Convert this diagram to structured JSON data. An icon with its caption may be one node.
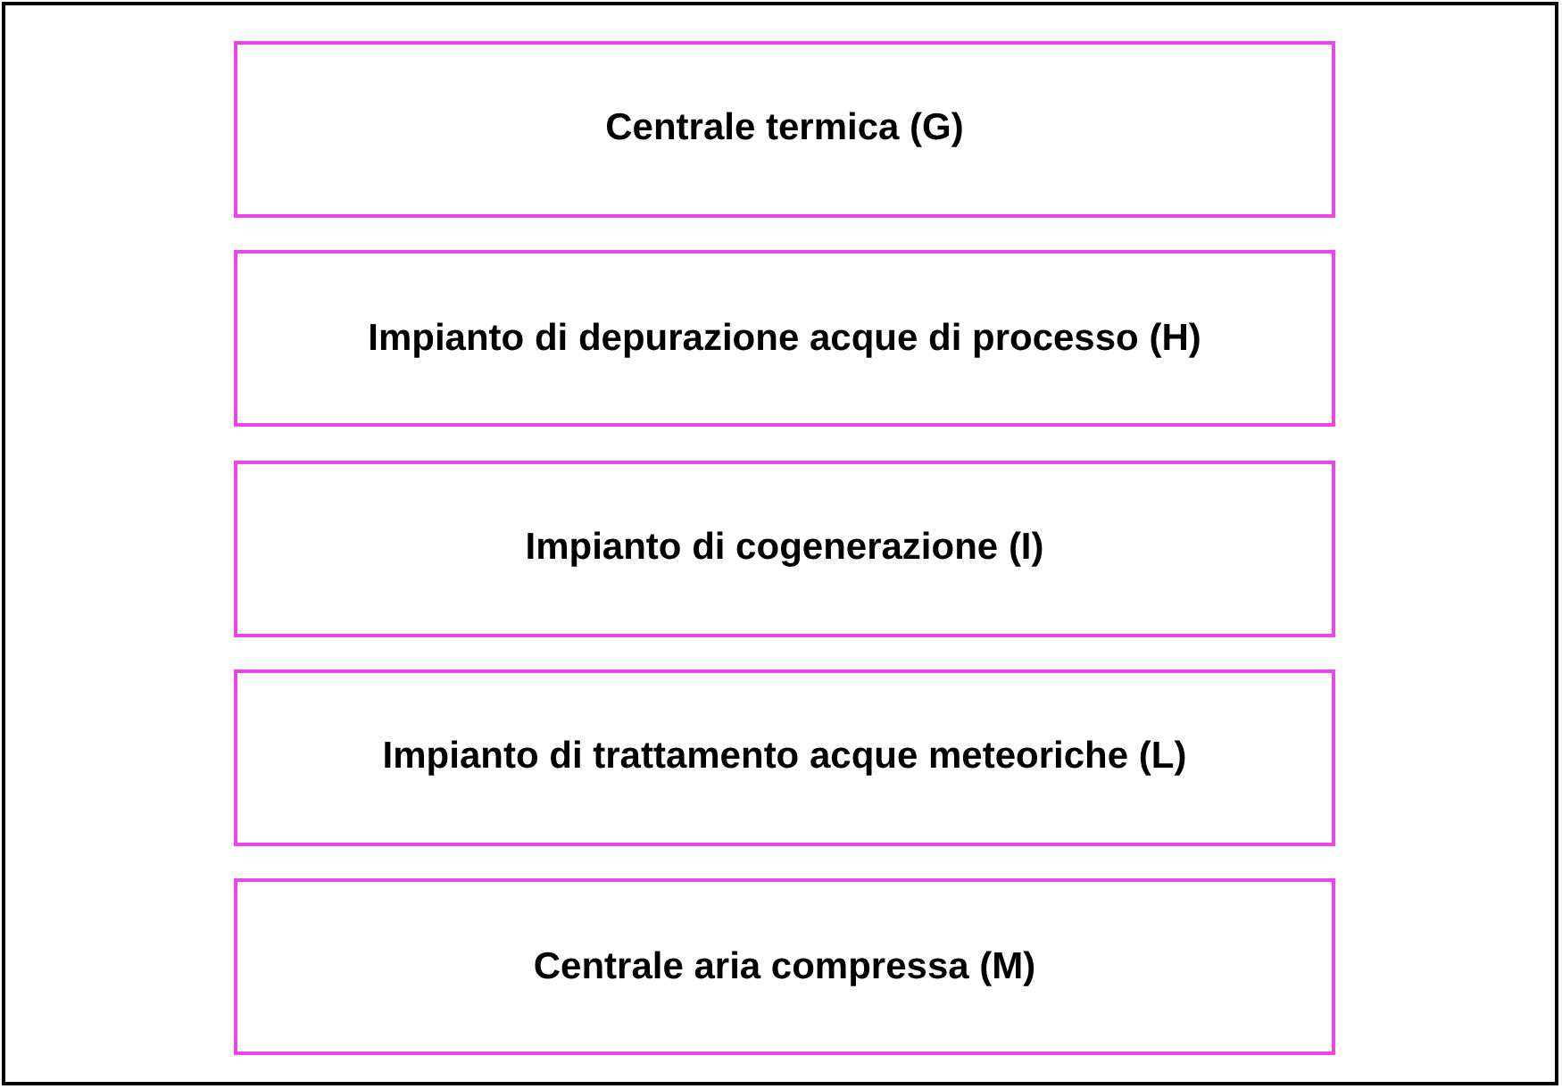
{
  "diagram": {
    "nodes": [
      {
        "text": [
          "Centrale termica (G)"
        ]
      },
      {
        "text": [
          "Impianto di depurazione acque di processo (H)"
        ]
      },
      {
        "text": [
          "Impianto di cogenerazione (I)"
        ]
      },
      {
        "text": [
          "Impianto di trattamento acque meteoriche (L)"
        ]
      },
      {
        "text": [
          "Centrale aria compressa (M)"
        ]
      }
    ]
  }
}
